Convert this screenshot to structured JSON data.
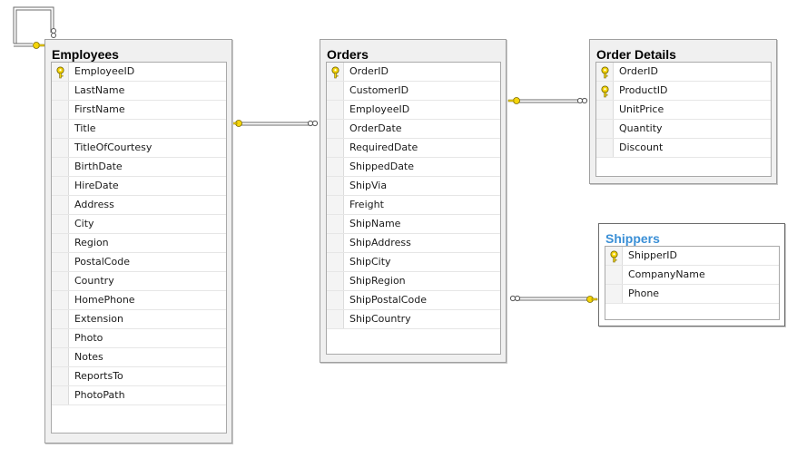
{
  "tables": {
    "employees": {
      "title": "Employees",
      "columns": [
        "EmployeeID",
        "LastName",
        "FirstName",
        "Title",
        "TitleOfCourtesy",
        "BirthDate",
        "HireDate",
        "Address",
        "City",
        "Region",
        "PostalCode",
        "Country",
        "HomePhone",
        "Extension",
        "Photo",
        "Notes",
        "ReportsTo",
        "PhotoPath"
      ],
      "primary_key": [
        "EmployeeID"
      ]
    },
    "orders": {
      "title": "Orders",
      "columns": [
        "OrderID",
        "CustomerID",
        "EmployeeID",
        "OrderDate",
        "RequiredDate",
        "ShippedDate",
        "ShipVia",
        "Freight",
        "ShipName",
        "ShipAddress",
        "ShipCity",
        "ShipRegion",
        "ShipPostalCode",
        "ShipCountry"
      ],
      "primary_key": [
        "OrderID"
      ]
    },
    "order_details": {
      "title": "Order Details",
      "columns": [
        "OrderID",
        "ProductID",
        "UnitPrice",
        "Quantity",
        "Discount"
      ],
      "primary_key": [
        "OrderID",
        "ProductID"
      ]
    },
    "shippers": {
      "title": "Shippers",
      "columns": [
        "ShipperID",
        "CompanyName",
        "Phone"
      ],
      "primary_key": [
        "ShipperID"
      ],
      "selected": true
    }
  },
  "relationships": [
    {
      "from": "Employees",
      "to": "Employees",
      "one_end": "Employees",
      "many_end": "Employees"
    },
    {
      "from": "Employees",
      "to": "Orders",
      "one_end": "Employees",
      "many_end": "Orders"
    },
    {
      "from": "Orders",
      "to": "Order Details",
      "one_end": "Orders",
      "many_end": "Order Details"
    },
    {
      "from": "Shippers",
      "to": "Orders",
      "one_end": "Shippers",
      "many_end": "Orders"
    }
  ],
  "colors": {
    "key_icon": "#f5d50a",
    "selected_title": "#3a8fd6",
    "border": "#a0a0a0"
  }
}
